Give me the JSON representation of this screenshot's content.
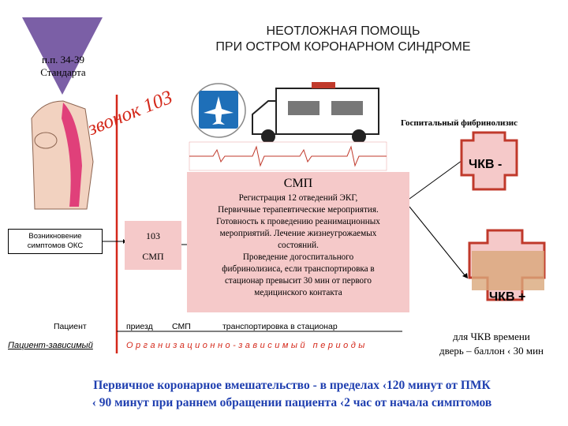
{
  "title_line1": "НЕОТЛОЖНАЯ ПОМОЩЬ",
  "title_line2": "ПРИ ОСТРОМ КОРОНАРНОМ СИНДРОМЕ",
  "standard_ref_line1": "п.п. 34-39",
  "standard_ref_line2": "Стандарта",
  "call_text": "звонок 103",
  "onset_line1": "Возникновение",
  "onset_line2": "симптомов ОКС",
  "box_103": "103",
  "box_smp": "СМП",
  "smp_header": "СМП",
  "smp_lines": [
    "Регистрация 12 отведений ЭКГ,",
    "Первичные терапевтические мероприятия.",
    "Готовность к проведению реанимационных",
    "мероприятий. Лечение жизнеугрожаемых",
    "состояний.",
    "Проведение догоспитального",
    "фибринолизиса, если транспортировка в",
    "стационар превысит 30 мин от первого",
    "медицинского контакта"
  ],
  "hospital_fibrinolysis": "Госпитальный фибринолизис",
  "ckv_minus": "ЧКВ -",
  "ckv_plus": "ЧКВ +",
  "timeline": {
    "patient": "Пациент",
    "arrival": "приезд",
    "smp": "СМП",
    "transport": "транспортировка в стационар"
  },
  "patient_dependent": "Пациент-зависимый",
  "org_dependent": "Организационно-зависимый периоды",
  "pci_time_line1": "для ЧКВ времени",
  "pci_time_line2": "дверь – баллон ‹ 30 мин",
  "bottom_line1": "Первичное коронарное вмешательство - в пределах ‹120 минут от ПМК",
  "bottom_line2": "‹ 90 минут при раннем обращении пациента ‹2 час от начала симптомов",
  "colors": {
    "accent_red": "#d4281a",
    "pink_box": "#f5c9c9",
    "blue_text": "#1f3fb0",
    "cross_red": "#c0392b"
  }
}
